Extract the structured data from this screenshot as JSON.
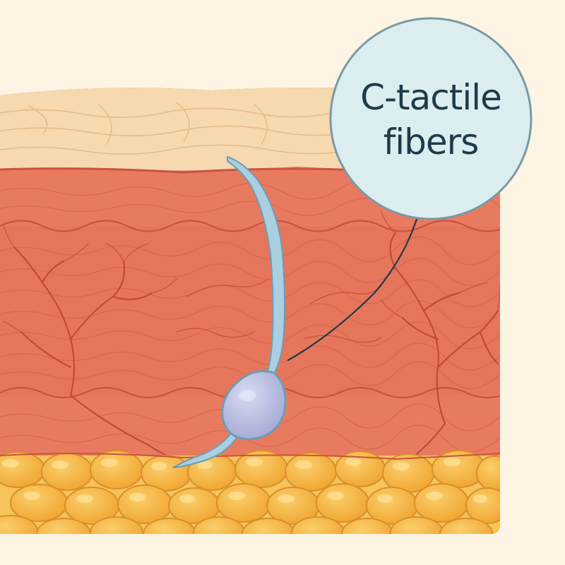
{
  "callout": {
    "line1": "C-tactile",
    "line2": "fibers"
  },
  "colors": {
    "background": "#fdf4e3",
    "epidermis": "#f6d9ae",
    "dermis": "#e87a60",
    "dermis_lines": "#c9533f",
    "fat": "#f5b03a",
    "fat_outline": "#d9902a",
    "nerve_fiber": "#a9cfe0",
    "cell_body": "#b9bedf",
    "callout_fill": "#dcedf0",
    "callout_stroke": "#7a9aa5"
  },
  "icons": [
    "c-tactile-nerve-fiber",
    "cell-body",
    "fat-cells",
    "blood-vessels"
  ]
}
